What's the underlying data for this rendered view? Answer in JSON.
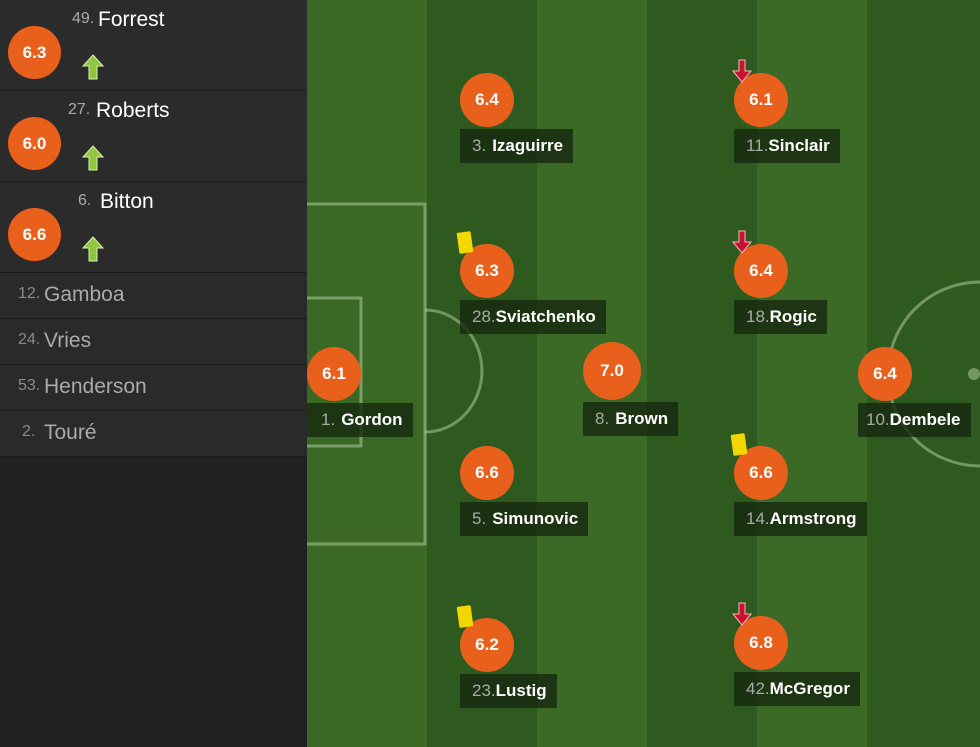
{
  "substitutes_in": [
    {
      "rating": "6.3",
      "number": "49.",
      "name": "Forrest",
      "icon": "sub-in-arrow-icon"
    },
    {
      "rating": "6.0",
      "number": "27.",
      "name": "Roberts",
      "icon": "sub-in-arrow-icon"
    },
    {
      "rating": "6.6",
      "number": "6.",
      "name": "Bitton",
      "icon": "sub-in-arrow-icon"
    }
  ],
  "bench": [
    {
      "number": "12.",
      "name": "Gamboa"
    },
    {
      "number": "24.",
      "name": "Vries"
    },
    {
      "number": "53.",
      "name": "Henderson"
    },
    {
      "number": "2.",
      "name": "Touré"
    }
  ],
  "players": [
    {
      "rating": "6.4",
      "number": "3.",
      "name": "Izaguirre"
    },
    {
      "rating": "6.1",
      "number": "11.",
      "name": "Sinclair",
      "subbed_off": true
    },
    {
      "rating": "6.3",
      "number": "28.",
      "name": "Sviatchenko",
      "yellow_card": true
    },
    {
      "rating": "6.4",
      "number": "18.",
      "name": "Rogic",
      "subbed_off": true
    },
    {
      "rating": "6.1",
      "number": "1.",
      "name": "Gordon"
    },
    {
      "rating": "7.0",
      "number": "8.",
      "name": "Brown"
    },
    {
      "rating": "6.4",
      "number": "10.",
      "name": "Dembele"
    },
    {
      "rating": "6.6",
      "number": "5.",
      "name": "Simunovic"
    },
    {
      "rating": "6.6",
      "number": "14.",
      "name": "Armstrong",
      "yellow_card": true
    },
    {
      "rating": "6.2",
      "number": "23.",
      "name": "Lustig",
      "yellow_card": true
    },
    {
      "rating": "6.8",
      "number": "42.",
      "name": "McGregor",
      "subbed_off": true
    }
  ],
  "colors": {
    "rating_badge": "#e8601c",
    "pitch_light": "#3b6a26",
    "pitch_dark": "#2f5a1f",
    "sub_in_arrow": "#8ec63f",
    "sub_out_arrow": "#c4122f",
    "yellow_card": "#f2d700"
  }
}
